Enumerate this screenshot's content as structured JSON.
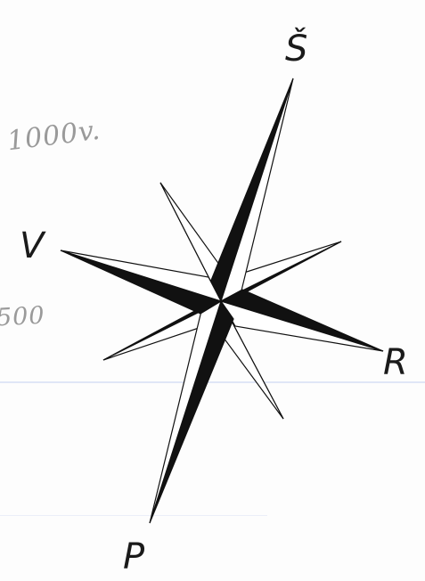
{
  "compass": {
    "north": "Š",
    "west": "V",
    "east": "R",
    "south": "P"
  },
  "annotations": {
    "note_1000": "1000v.",
    "note_500": "500"
  }
}
